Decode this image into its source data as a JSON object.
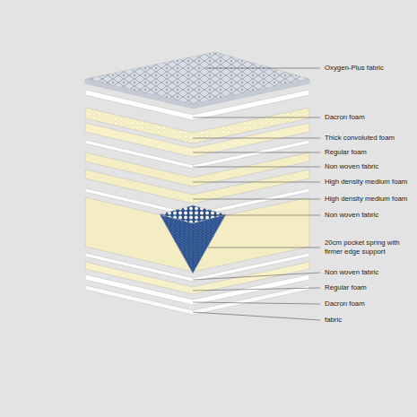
{
  "diagram": {
    "labels": [
      "Oxygen-Plus fabric",
      "Dacron foam",
      "Thick convoluted foam",
      "Regular foam",
      "Non woven fabric",
      "High density medium foam",
      "High density medium foam",
      "Non woven fabric",
      "20cm pocket spring with firmer edge support",
      "Non woven fabric",
      "Regular foam",
      "Dacron foam",
      "fabric"
    ]
  }
}
